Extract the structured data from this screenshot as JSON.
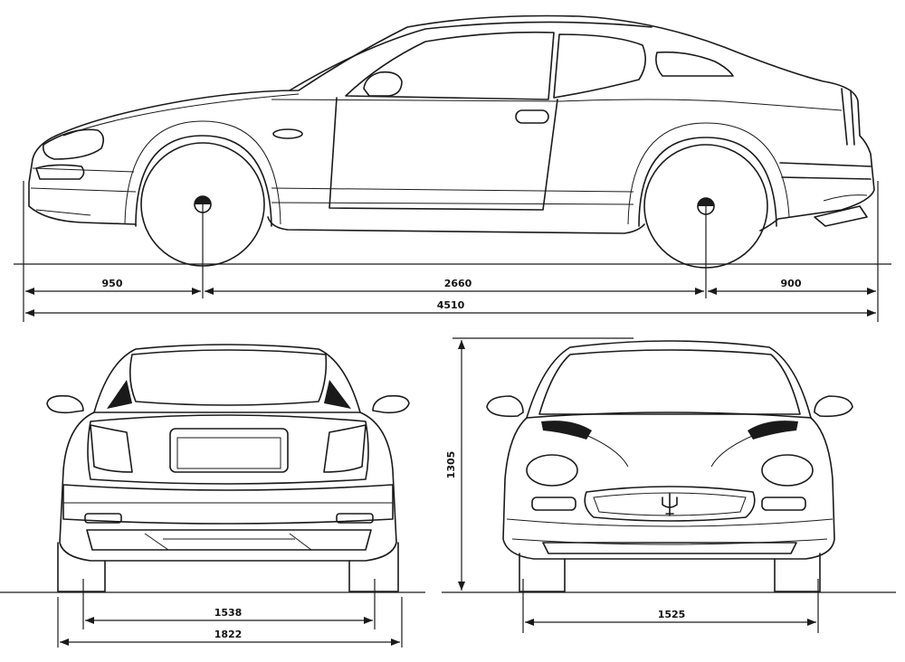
{
  "dimensions": {
    "front_overhang": "950",
    "wheelbase": "2660",
    "rear_overhang": "900",
    "overall_length": "4510",
    "rear_track": "1538",
    "overall_width": "1822",
    "front_track": "1525",
    "overall_height": "1305"
  },
  "colors": {
    "line": "#1a1a1a",
    "background": "#ffffff"
  }
}
